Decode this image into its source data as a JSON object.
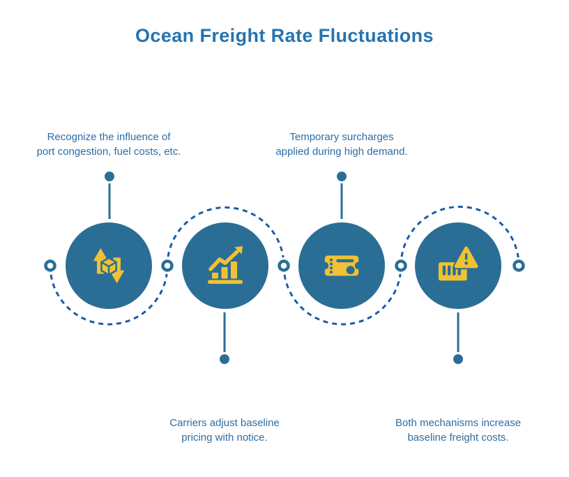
{
  "title": "Ocean Freight Rate Fluctuations",
  "palette": {
    "title_text": "#2673AF",
    "body_text": "#2C6DA3",
    "circle_fill": "#2B6E95",
    "dashed_connector": "#1A5CA8",
    "icon_yellow": "#F0C233",
    "background": "#FFFFFF"
  },
  "steps": [
    {
      "icon": "freight-volume-arrows-icon",
      "label_position": "top",
      "label_lines": [
        "Recognize the influence of",
        "port congestion, fuel costs, etc."
      ]
    },
    {
      "icon": "rate-growth-chart-icon",
      "label_position": "bottom",
      "label_lines": [
        "Carriers adjust baseline",
        "pricing with notice."
      ]
    },
    {
      "icon": "surcharge-ticket-icon",
      "label_position": "top",
      "label_lines": [
        "Temporary surcharges",
        "applied during high demand."
      ]
    },
    {
      "icon": "container-warning-icon",
      "label_position": "bottom",
      "label_lines": [
        "Both mechanisms increase",
        "baseline freight costs."
      ]
    }
  ]
}
